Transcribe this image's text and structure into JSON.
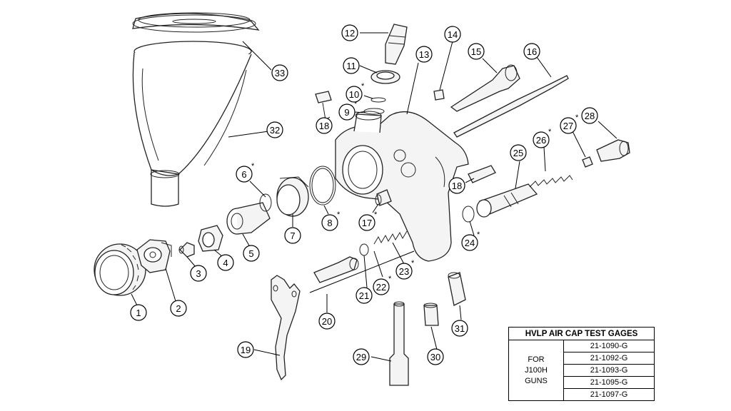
{
  "callouts": [
    {
      "num": "1",
      "star": false
    },
    {
      "num": "2",
      "star": false
    },
    {
      "num": "3",
      "star": false
    },
    {
      "num": "4",
      "star": false
    },
    {
      "num": "5",
      "star": false
    },
    {
      "num": "6",
      "star": true
    },
    {
      "num": "7",
      "star": false
    },
    {
      "num": "8",
      "star": true
    },
    {
      "num": "9",
      "star": true
    },
    {
      "num": "10",
      "star": true
    },
    {
      "num": "11",
      "star": false
    },
    {
      "num": "12",
      "star": false
    },
    {
      "num": "13",
      "star": false
    },
    {
      "num": "14",
      "star": false
    },
    {
      "num": "15",
      "star": false
    },
    {
      "num": "16",
      "star": false
    },
    {
      "num": "17",
      "star": true
    },
    {
      "num": "18",
      "star": false
    },
    {
      "num": "18",
      "star": false
    },
    {
      "num": "19",
      "star": false
    },
    {
      "num": "20",
      "star": false
    },
    {
      "num": "21",
      "star": false
    },
    {
      "num": "22",
      "star": true
    },
    {
      "num": "23",
      "star": true
    },
    {
      "num": "24",
      "star": true
    },
    {
      "num": "25",
      "star": false
    },
    {
      "num": "26",
      "star": true
    },
    {
      "num": "27",
      "star": true
    },
    {
      "num": "28",
      "star": false
    },
    {
      "num": "29",
      "star": false
    },
    {
      "num": "30",
      "star": false
    },
    {
      "num": "31",
      "star": false
    },
    {
      "num": "32",
      "star": false
    },
    {
      "num": "33",
      "star": false
    }
  ],
  "star_symbol": "*",
  "gages_table": {
    "title": "HVLP AIR CAP TEST GAGES",
    "for_label": [
      "FOR",
      "J100H",
      "GUNS"
    ],
    "part_numbers": [
      "21-1090-G",
      "21-1092-G",
      "21-1093-G",
      "21-1095-G",
      "21-1097-G"
    ]
  }
}
